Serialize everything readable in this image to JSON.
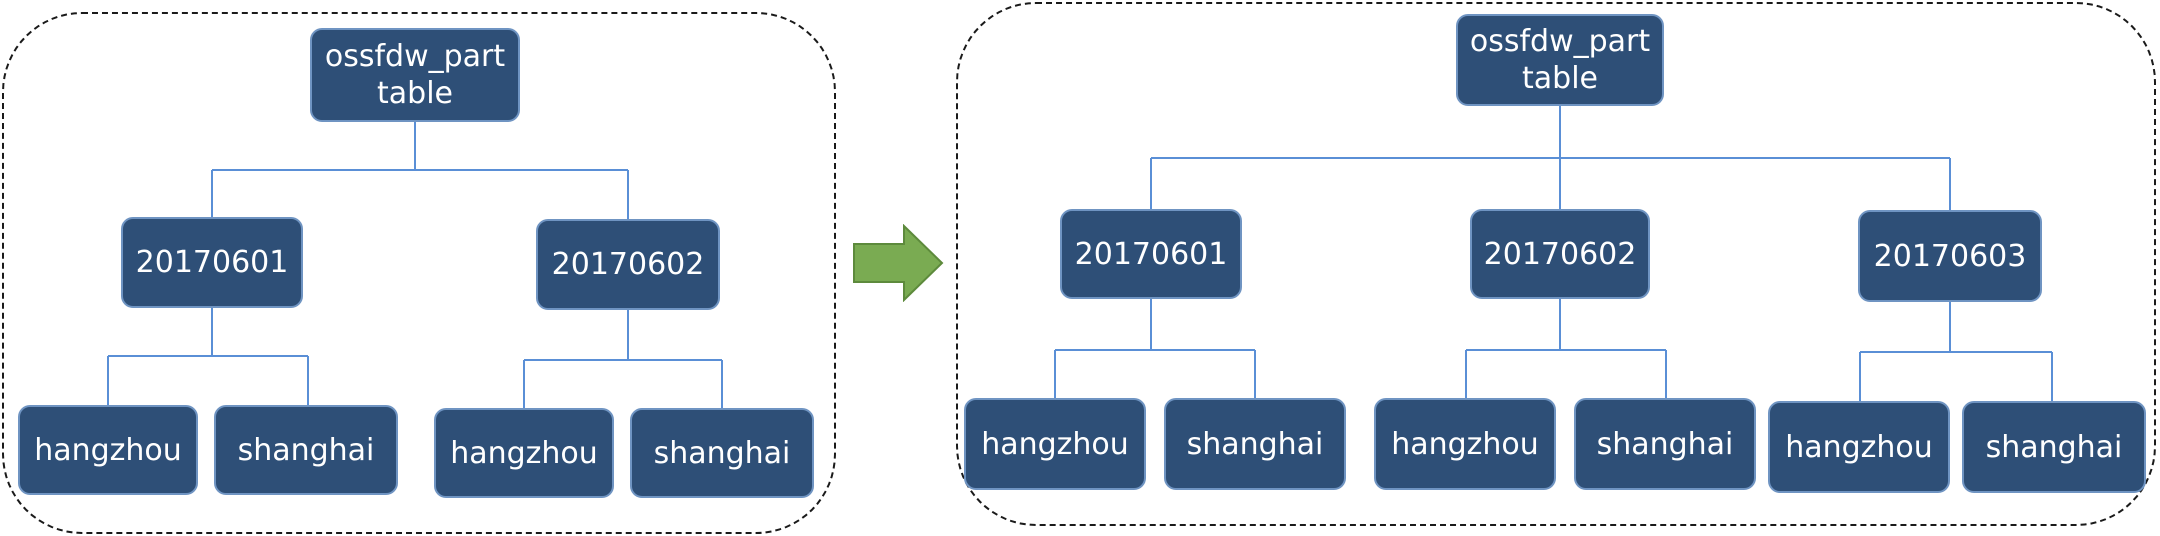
{
  "colors": {
    "node_fill": "#2e4f77",
    "node_border": "#6f94c2",
    "connector": "#5a8fd6",
    "arrow": "#7aab52"
  },
  "left_tree": {
    "root": "ossfdw_part\ntable",
    "partitions": [
      {
        "label": "20170601",
        "children": [
          "hangzhou",
          "shanghai"
        ]
      },
      {
        "label": "20170602",
        "children": [
          "hangzhou",
          "shanghai"
        ]
      }
    ]
  },
  "transition_arrow": {
    "icon": "right-arrow-icon"
  },
  "right_tree": {
    "root": "ossfdw_part\ntable",
    "partitions": [
      {
        "label": "20170601",
        "children": [
          "hangzhou",
          "shanghai"
        ]
      },
      {
        "label": "20170602",
        "children": [
          "hangzhou",
          "shanghai"
        ]
      },
      {
        "label": "20170603",
        "children": [
          "hangzhou",
          "shanghai"
        ]
      }
    ]
  }
}
